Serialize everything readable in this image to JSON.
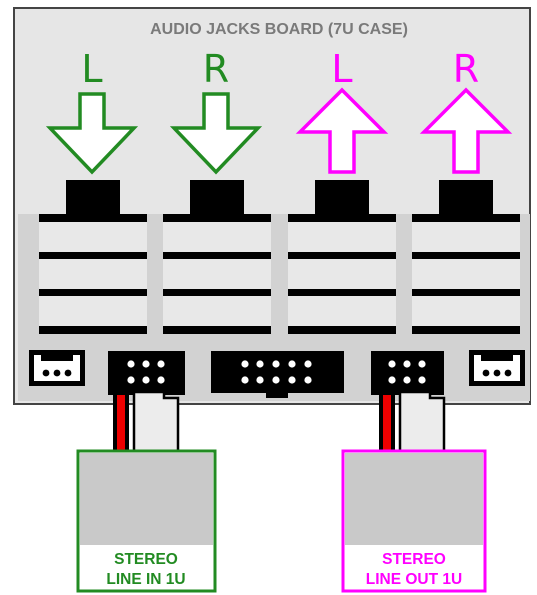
{
  "board": {
    "title": "AUDIO JACKS BOARD (7U CASE)",
    "colors": {
      "board_face": "#e6e6e6",
      "inner_panel": "#d2d2d2",
      "border": "#333333"
    }
  },
  "channels": [
    {
      "label": "L",
      "direction": "in",
      "arrow": "down-arrow-icon",
      "color": "#228b22"
    },
    {
      "label": "R",
      "direction": "in",
      "arrow": "down-arrow-icon",
      "color": "#228b22"
    },
    {
      "label": "L",
      "direction": "out",
      "arrow": "up-arrow-icon",
      "color": "#ff00ff"
    },
    {
      "label": "R",
      "direction": "out",
      "arrow": "up-arrow-icon",
      "color": "#ff00ff"
    }
  ],
  "modules": {
    "line_in": {
      "line1": "STEREO",
      "line2": "LINE IN 1U",
      "color": "#228b22"
    },
    "line_out": {
      "line1": "STEREO",
      "line2": "LINE OUT 1U",
      "color": "#ff00ff"
    }
  },
  "connectors": {
    "left_small": "3-pin-connector",
    "left_header": "2x3-pin-header",
    "center_header": "2x5-pin-header",
    "right_header": "2x3-pin-header",
    "right_small": "3-pin-connector"
  }
}
